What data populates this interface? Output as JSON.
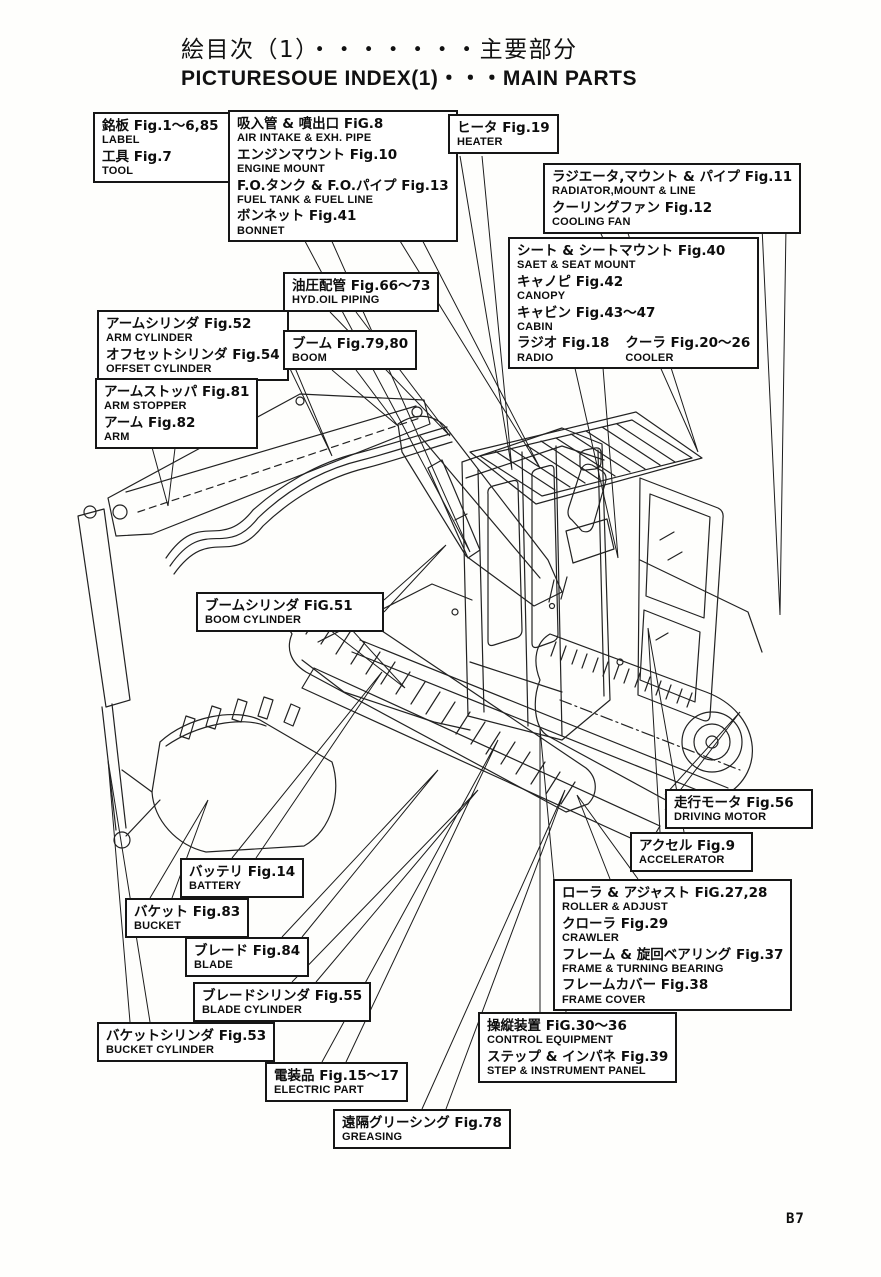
{
  "title": {
    "jp": "絵目次（1）・・・・・・・主要部分",
    "en": "PICTURESOUE INDEX(1)・・・MAIN PARTS"
  },
  "page_number": "B7",
  "callouts": [
    {
      "id": "label-tool",
      "lines": [
        {
          "jp": "銘板 Fig.1～6,85",
          "en": "LABEL"
        },
        {
          "jp": "工具 Fig.7",
          "en": "TOOL"
        }
      ]
    },
    {
      "id": "engine-group",
      "lines": [
        {
          "jp": "吸入管 & 噴出口 FiG.8",
          "en": "AIR INTAKE & EXH. PIPE"
        },
        {
          "jp": "エンジンマウント Fig.10",
          "en": "ENGINE MOUNT"
        },
        {
          "jp": "F.O.タンク & F.O.パイプ Fig.13",
          "en": "FUEL TANK & FUEL LINE"
        },
        {
          "jp": "ボンネット Fig.41",
          "en": "BONNET"
        }
      ]
    },
    {
      "id": "heater",
      "lines": [
        {
          "jp": "ヒータ Fig.19",
          "en": "HEATER"
        }
      ]
    },
    {
      "id": "radiator",
      "lines": [
        {
          "jp": "ラジエータ,マウント & パイプ Fig.11",
          "en": "RADIATOR,MOUNT & LINE"
        },
        {
          "jp": "クーリングファン Fig.12",
          "en": "COOLING FAN"
        }
      ]
    },
    {
      "id": "seat-cabin",
      "lines": [
        {
          "jp": "シート & シートマウント Fig.40",
          "en": "SAET & SEAT MOUNT"
        },
        {
          "jp": "キャノピ Fig.42",
          "en": "CANOPY"
        },
        {
          "jp": "キャビン Fig.43～47",
          "en": "CABIN"
        },
        {
          "jp": "ラジオ Fig.18",
          "en": "RADIO"
        },
        {
          "jp": "クーラ Fig.20～26",
          "en": "COOLER"
        }
      ]
    },
    {
      "id": "hyd-oil-piping",
      "lines": [
        {
          "jp": "油圧配管 Fig.66～73",
          "en": "HYD.OIL PIPING"
        }
      ]
    },
    {
      "id": "arm-cylinder",
      "lines": [
        {
          "jp": "アームシリンダ Fig.52",
          "en": "ARM CYLINDER"
        },
        {
          "jp": "オフセットシリンダ Fig.54",
          "en": "OFFSET CYLINDER"
        }
      ]
    },
    {
      "id": "boom",
      "lines": [
        {
          "jp": "ブーム Fig.79,80",
          "en": "BOOM"
        }
      ]
    },
    {
      "id": "arm-stopper",
      "lines": [
        {
          "jp": "アームストッパ Fig.81",
          "en": "ARM STOPPER"
        },
        {
          "jp": "アーム Fig.82",
          "en": "ARM"
        }
      ]
    },
    {
      "id": "boom-cylinder",
      "lines": [
        {
          "jp": "ブームシリンダ FiG.51",
          "en": "BOOM CYLINDER"
        }
      ]
    },
    {
      "id": "driving-motor",
      "lines": [
        {
          "jp": "走行モータ Fig.56",
          "en": "DRIVING MOTOR"
        }
      ]
    },
    {
      "id": "accelerator",
      "lines": [
        {
          "jp": "アクセル Fig.9",
          "en": "ACCELERATOR"
        }
      ]
    },
    {
      "id": "roller-frame-group",
      "lines": [
        {
          "jp": "ローラ & アジャスト FiG.27,28",
          "en": "ROLLER & ADJUST"
        },
        {
          "jp": "クローラ Fig.29",
          "en": "CRAWLER"
        },
        {
          "jp": "フレーム & 旋回ベアリング Fig.37",
          "en": "FRAME & TURNING BEARING"
        },
        {
          "jp": "フレームカバー Fig.38",
          "en": "FRAME COVER"
        }
      ]
    },
    {
      "id": "control-group",
      "lines": [
        {
          "jp": "操縦装置 FiG.30～36",
          "en": "CONTROL EQUIPMENT"
        },
        {
          "jp": "ステップ & インパネ Fig.39",
          "en": "STEP & INSTRUMENT PANEL"
        }
      ]
    },
    {
      "id": "battery",
      "lines": [
        {
          "jp": "バッテリ Fig.14",
          "en": "BATTERY"
        }
      ]
    },
    {
      "id": "bucket",
      "lines": [
        {
          "jp": "バケット Fig.83",
          "en": "BUCKET"
        }
      ]
    },
    {
      "id": "blade",
      "lines": [
        {
          "jp": "ブレード Fig.84",
          "en": "BLADE"
        }
      ]
    },
    {
      "id": "blade-cylinder",
      "lines": [
        {
          "jp": "ブレードシリンダ Fig.55",
          "en": "BLADE CYLINDER"
        }
      ]
    },
    {
      "id": "bucket-cylinder",
      "lines": [
        {
          "jp": "バケットシリンダ Fig.53",
          "en": "BUCKET CYLINDER"
        }
      ]
    },
    {
      "id": "electric-part",
      "lines": [
        {
          "jp": "電装品 Fig.15～17",
          "en": "ELECTRIC PART"
        }
      ]
    },
    {
      "id": "greasing",
      "lines": [
        {
          "jp": "遠隔グリーシング Fig.78",
          "en": "GREASING"
        }
      ]
    }
  ]
}
